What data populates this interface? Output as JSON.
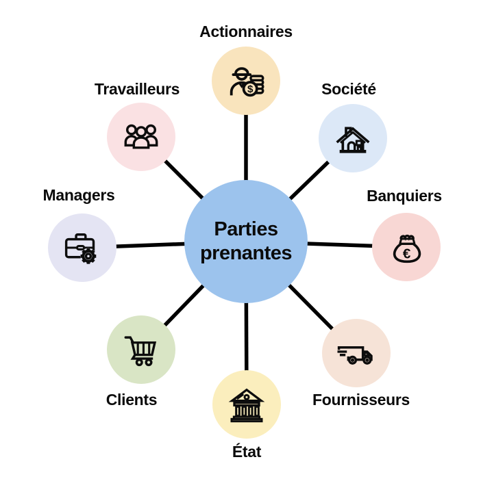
{
  "center": {
    "line1": "Parties",
    "line2": "prenantes",
    "color": "#9cc3ed",
    "text_color": "#0b0b0b"
  },
  "glyphs": {
    "dollar": "$",
    "euro": "€"
  },
  "line_color": "#000000",
  "background": "#ffffff",
  "nodes": [
    {
      "label": "Actionnaires",
      "icon": "shareholder-coins-icon",
      "color": "#f9e4bd"
    },
    {
      "label": "Société",
      "icon": "house-icon",
      "color": "#dce8f7"
    },
    {
      "label": "Banquiers",
      "icon": "money-bag-euro-icon",
      "color": "#f8d7d4"
    },
    {
      "label": "Fournisseurs",
      "icon": "delivery-truck-icon",
      "color": "#f6e3d7"
    },
    {
      "label": "État",
      "icon": "government-building-icon",
      "color": "#fbeebd"
    },
    {
      "label": "Clients",
      "icon": "shopping-cart-icon",
      "color": "#d9e5c5"
    },
    {
      "label": "Managers",
      "icon": "briefcase-gear-icon",
      "color": "#e4e4f3"
    },
    {
      "label": "Travailleurs",
      "icon": "workers-group-icon",
      "color": "#fae1e3"
    }
  ]
}
